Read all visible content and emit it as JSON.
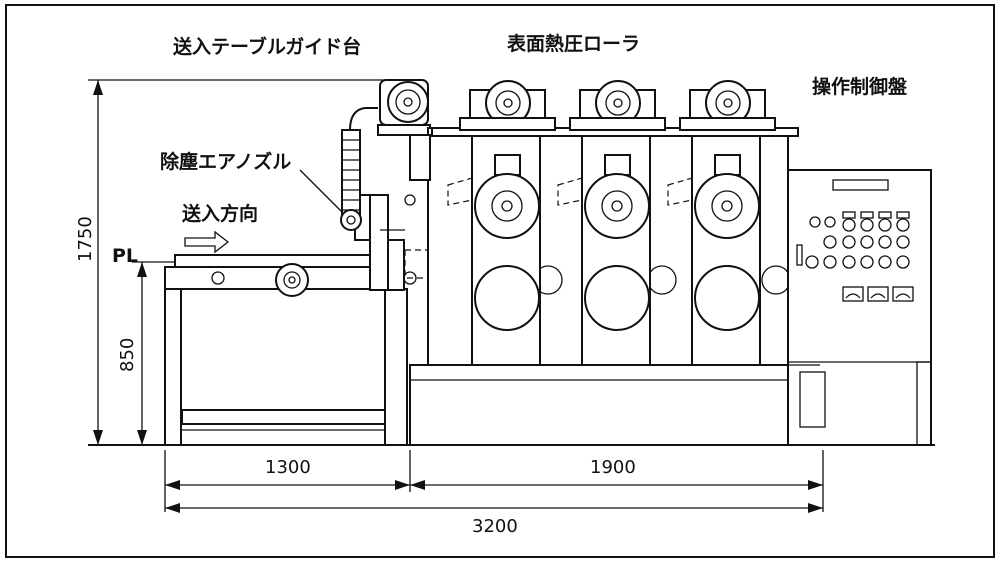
{
  "labels": {
    "feed_table_guide": "送入テーブルガイド台",
    "surface_roller": "表面熱圧ローラ",
    "control_panel": "操作制御盤",
    "dust_nozzle": "除塵エアノズル",
    "feed_direction": "送入方向",
    "pl": "PL"
  },
  "dimensions": {
    "height_total": "1750",
    "height_pl": "850",
    "width_left": "1300",
    "width_right": "1900",
    "width_total": "3200"
  }
}
